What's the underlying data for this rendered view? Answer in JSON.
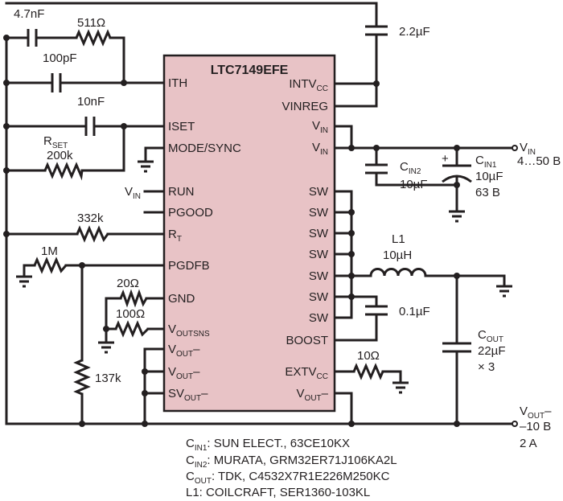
{
  "ic": {
    "name": "LTC7149EFE",
    "left_pins": {
      "ith": "ITH",
      "iset": "ISET",
      "mode": "MODE/SYNC",
      "run": "RUN",
      "pgood": "PGOOD",
      "rt": "R",
      "rt_sub": "T",
      "pgdfb": "PGDFB",
      "gnd": "GND",
      "voutsns": "V",
      "voutsns_sub": "OUTSNS",
      "vout1": "V",
      "vout1_sub": "OUT",
      "vout1_suffix": "–",
      "vout2": "V",
      "vout2_sub": "OUT",
      "vout2_suffix": "–",
      "svout": "SV",
      "svout_sub": "OUT",
      "svout_suffix": "–"
    },
    "right_pins": {
      "intvcc": "INTV",
      "intvcc_sub": "CC",
      "vinreg": "VINREG",
      "vin1": "V",
      "vin1_sub": "IN",
      "vin2": "V",
      "vin2_sub": "IN",
      "sw": "SW",
      "boost": "BOOST",
      "extvcc": "EXTV",
      "extvcc_sub": "CC",
      "vout": "V",
      "vout_sub": "OUT",
      "vout_suffix": "–"
    }
  },
  "components": {
    "c_4n7": "4.7nF",
    "r_511": "511Ω",
    "c_100p": "100pF",
    "c_10n": "10nF",
    "rset_main": "R",
    "rset_sub": "SET",
    "rset_value": "200k",
    "r_332k": "332k",
    "r_1m": "1M",
    "r_137k": "137k",
    "r_20": "20Ω",
    "r_100": "100Ω",
    "c_2u2": "2.2µF",
    "cin2_main": "C",
    "cin2_sub": "IN2",
    "cin2_value": "10µF",
    "cin1_main": "C",
    "cin1_sub": "IN1",
    "cin1_value": "10µF",
    "cin1_voltage": "63 B",
    "cin1_plus": "+",
    "l1_name": "L1",
    "l1_value": "10µH",
    "c_0u1": "0.1µF",
    "r_10": "10Ω",
    "cout_main": "C",
    "cout_sub": "OUT",
    "cout_value": "22µF",
    "cout_count": "× 3",
    "vin_run_main": "V",
    "vin_run_sub": "IN"
  },
  "nets": {
    "vin_main": "V",
    "vin_sub": "IN",
    "vin_range": "4…50 B",
    "vout_main": "V",
    "vout_sub": "OUT",
    "vout_suffix": "–",
    "vout_voltage": "–10 B",
    "vout_current": "2 A"
  },
  "notes": [
    {
      "pre": "C",
      "sub": "IN1",
      "text": ": SUN ELECT., 63CE10KX"
    },
    {
      "pre": "C",
      "sub": "IN2",
      "text": ": MURATA, GRM32ER71J106KA2L"
    },
    {
      "pre": "C",
      "sub": "OUT",
      "text": ": TDK, C4532X7R1E226M250KC"
    },
    {
      "pre": "",
      "sub": "",
      "text": "L1: COILCRAFT, SER1360-103KL"
    }
  ],
  "colors": {
    "ic_fill": "#e8c3c6",
    "line": "#231f20"
  }
}
